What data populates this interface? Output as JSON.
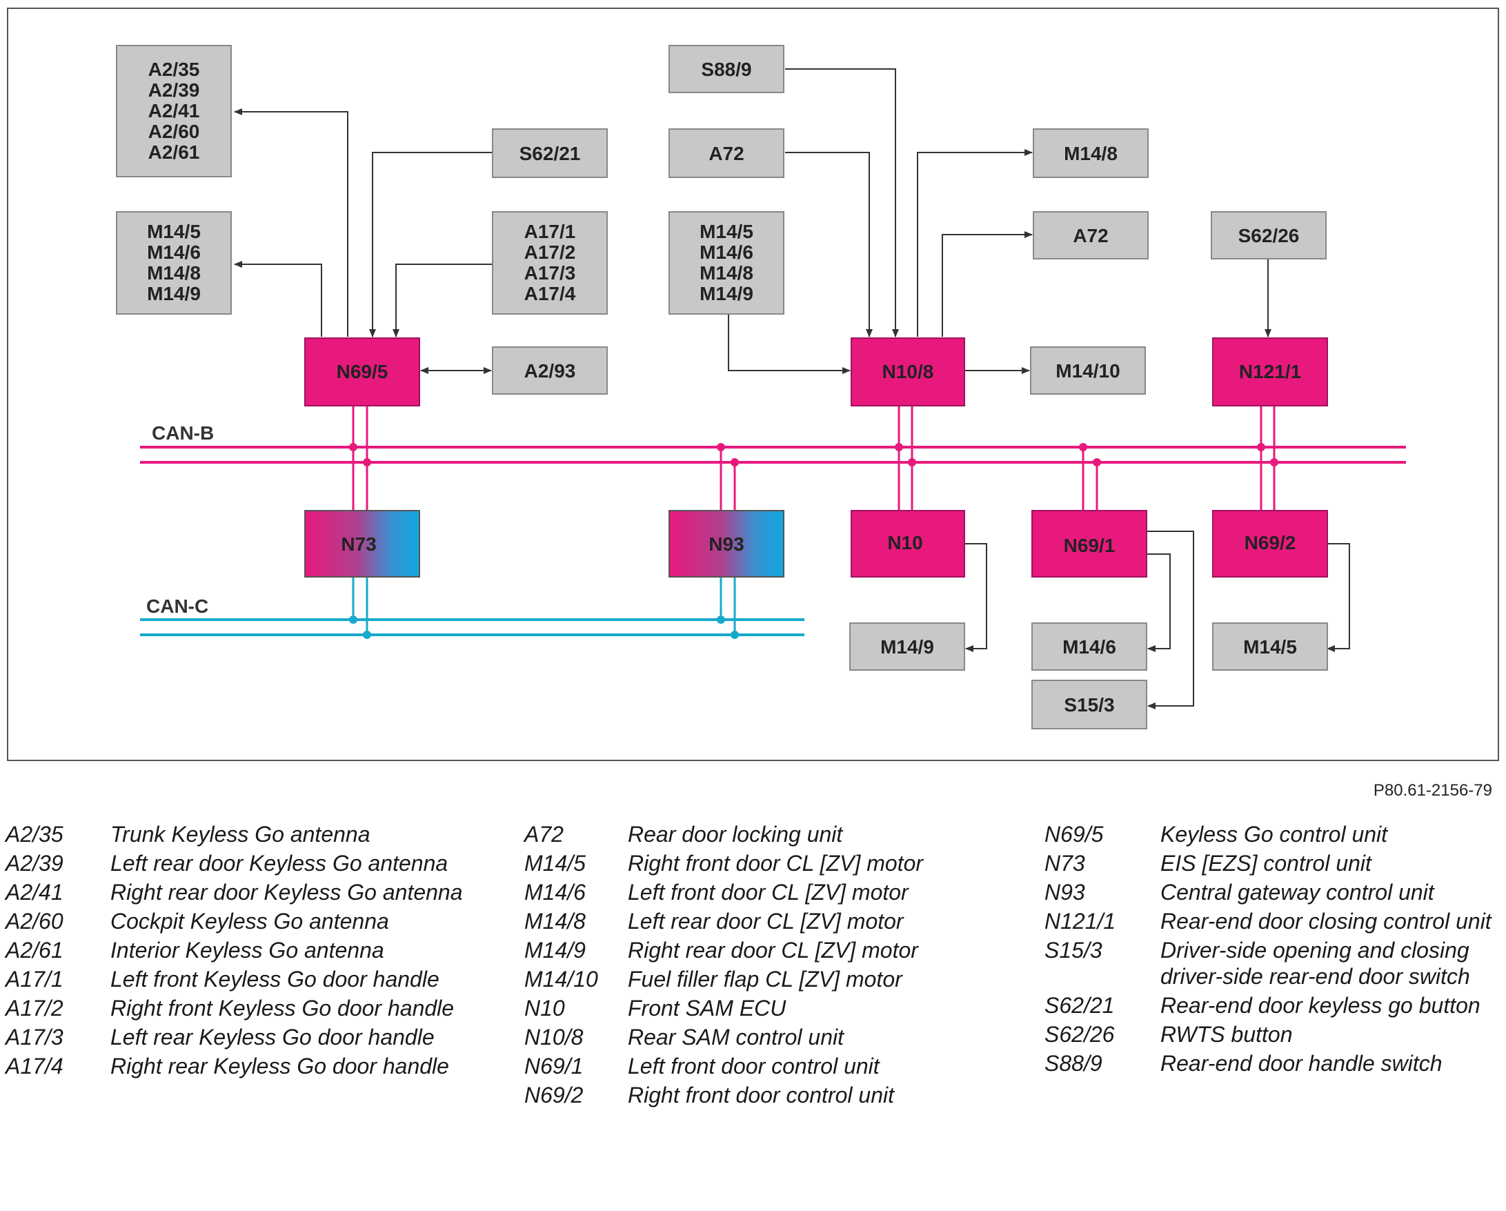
{
  "diagram": {
    "bus_labels": {
      "can_b": "CAN-B",
      "can_c": "CAN-C"
    },
    "boxes": {
      "A2_group": [
        "A2/35",
        "A2/39",
        "A2/41",
        "A2/60",
        "A2/61"
      ],
      "M14_left": [
        "M14/5",
        "M14/6",
        "M14/8",
        "M14/9"
      ],
      "S62_21": [
        "S62/21"
      ],
      "A17_group": [
        "A17/1",
        "A17/2",
        "A17/3",
        "A17/4"
      ],
      "N69_5": [
        "N69/5"
      ],
      "A2_93": [
        "A2/93"
      ],
      "S88_9": [
        "S88/9"
      ],
      "A72_in": [
        "A72"
      ],
      "M14_mid": [
        "M14/5",
        "M14/6",
        "M14/8",
        "M14/9"
      ],
      "N10_8": [
        "N10/8"
      ],
      "M14_8_out": [
        "M14/8"
      ],
      "A72_out": [
        "A72"
      ],
      "M14_10": [
        "M14/10"
      ],
      "S62_26": [
        "S62/26"
      ],
      "N121_1": [
        "N121/1"
      ],
      "N73": [
        "N73"
      ],
      "N93": [
        "N93"
      ],
      "N10": [
        "N10"
      ],
      "N69_1": [
        "N69/1"
      ],
      "N69_2": [
        "N69/2"
      ],
      "M14_9_out": [
        "M14/9"
      ],
      "M14_6_out": [
        "M14/6"
      ],
      "S15_3": [
        "S15/3"
      ],
      "M14_5_out": [
        "M14/5"
      ]
    },
    "colors": {
      "gray_box": "#c8c8c8",
      "pink_box": "#e8197d",
      "blue_gradient_end": "#1aa0dc",
      "can_b_line": "#e8197d",
      "can_c_line": "#17a9cc"
    }
  },
  "reference_code": "P80.61-2156-79",
  "legend": {
    "col1": [
      {
        "code": "A2/35",
        "desc": "Trunk Keyless Go antenna"
      },
      {
        "code": "A2/39",
        "desc": "Left rear door Keyless Go antenna"
      },
      {
        "code": "A2/41",
        "desc": "Right rear door Keyless Go antenna"
      },
      {
        "code": "A2/60",
        "desc": "Cockpit Keyless Go antenna"
      },
      {
        "code": "A2/61",
        "desc": "Interior Keyless Go antenna"
      },
      {
        "code": "A17/1",
        "desc": "Left front Keyless Go door handle"
      },
      {
        "code": "A17/2",
        "desc": "Right front Keyless Go door handle"
      },
      {
        "code": "A17/3",
        "desc": "Left rear Keyless Go door handle"
      },
      {
        "code": "A17/4",
        "desc": "Right rear Keyless Go door handle"
      }
    ],
    "col2": [
      {
        "code": "A72",
        "desc": "Rear door locking unit"
      },
      {
        "code": "M14/5",
        "desc": "Right front door CL [ZV] motor"
      },
      {
        "code": "M14/6",
        "desc": "Left front door CL [ZV] motor"
      },
      {
        "code": "M14/8",
        "desc": "Left rear door CL [ZV] motor"
      },
      {
        "code": "M14/9",
        "desc": "Right rear door CL [ZV] motor"
      },
      {
        "code": "M14/10",
        "desc": "Fuel filler flap CL [ZV] motor"
      },
      {
        "code": "N10",
        "desc": "Front SAM ECU"
      },
      {
        "code": "N10/8",
        "desc": "Rear SAM control unit"
      },
      {
        "code": "N69/1",
        "desc": "Left front door control unit"
      },
      {
        "code": "N69/2",
        "desc": "Right front door control unit"
      }
    ],
    "col3": [
      {
        "code": "N69/5",
        "desc": "Keyless Go control unit"
      },
      {
        "code": "N73",
        "desc": "EIS [EZS] control unit"
      },
      {
        "code": "N93",
        "desc": "Central gateway control unit"
      },
      {
        "code": "N121/1",
        "desc": "Rear-end door closing control unit"
      },
      {
        "code": "S15/3",
        "desc": "Driver-side opening and closing driver-side rear-end door switch"
      },
      {
        "code": "S62/21",
        "desc": "Rear-end door keyless go button"
      },
      {
        "code": "S62/26",
        "desc": "RWTS button"
      },
      {
        "code": "S88/9",
        "desc": "Rear-end door handle switch"
      }
    ]
  }
}
